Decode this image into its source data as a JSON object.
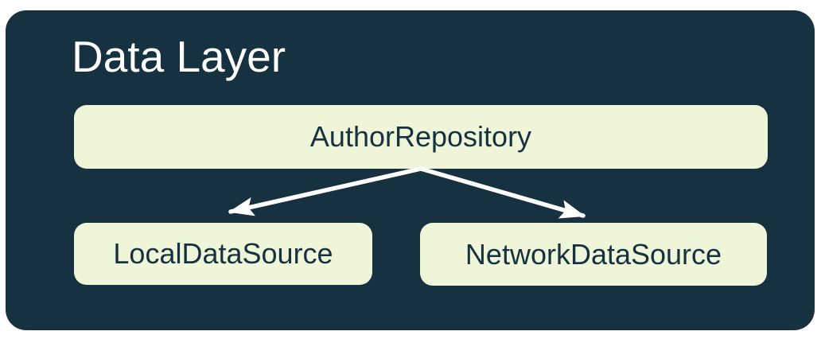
{
  "diagram": {
    "title": "Data Layer",
    "nodes": [
      {
        "id": "author-repository",
        "label": "AuthorRepository"
      },
      {
        "id": "local-data-source",
        "label": "LocalDataSource"
      },
      {
        "id": "network-data-source",
        "label": "NetworkDataSource"
      }
    ],
    "edges": [
      {
        "from": "AuthorRepository",
        "to": "LocalDataSource"
      },
      {
        "from": "AuthorRepository",
        "to": "NetworkDataSource"
      }
    ]
  },
  "colors": {
    "page_bg": "#ffffff",
    "panel_bg": "#16313f",
    "node_bg": "#eff5d9",
    "node_text": "#16313f",
    "title_text": "#ffffff",
    "arrow": "#ffffff"
  }
}
